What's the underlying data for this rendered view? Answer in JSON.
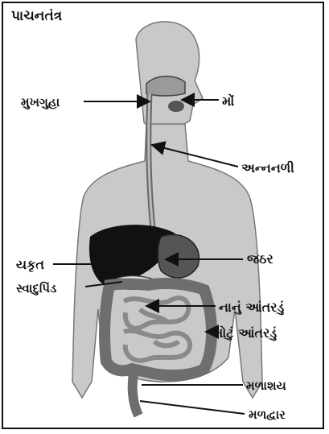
{
  "title": "પાચનતંત્ર",
  "labels": {
    "mouth_cavity": "મુખગુહા",
    "mouth": "મોં",
    "esophagus": "અન્નનળી",
    "liver": "યકૃત",
    "stomach": "જઠર",
    "pancreas": "સ્વાદુપિંડ",
    "small_intestine": "નાનું આંતરડું",
    "large_intestine": "મોટું આંતરડું",
    "rectum": "મળાશય",
    "anus": "મળદ્વાર"
  },
  "colors": {
    "body": "#c9c9c9",
    "body_outline": "#777777",
    "liver": "#111111",
    "stomach": "#555555",
    "intestine": "#8a8a8a",
    "border": "#111111"
  }
}
